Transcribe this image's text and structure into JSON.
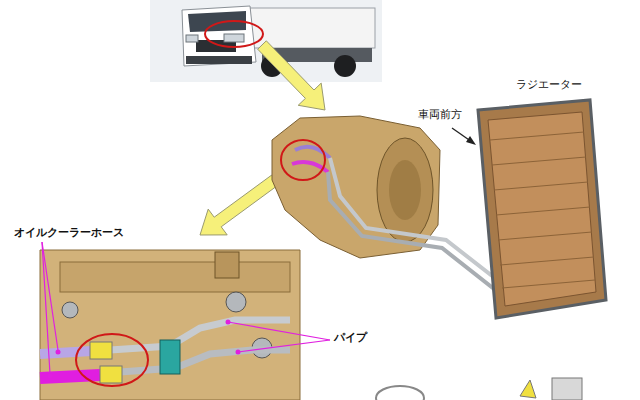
{
  "diagram": {
    "labels": [
      "車両前方",
      "ラジエーター",
      "オイルクーラーホース",
      "パイプ"
    ]
  }
}
